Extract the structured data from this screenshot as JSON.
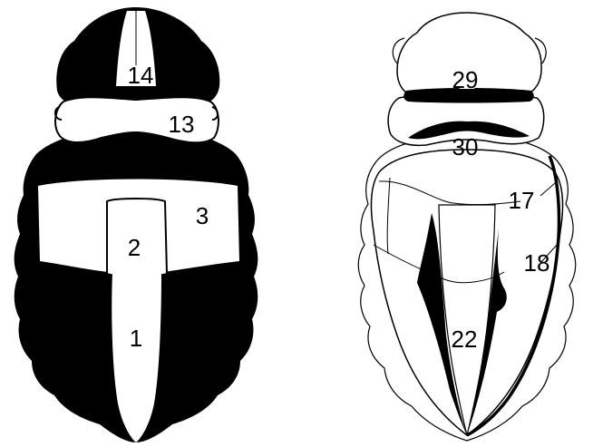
{
  "colors": {
    "ink": "#000000",
    "paper": "#ffffff"
  },
  "left_figure": {
    "labels": {
      "region_1": "1",
      "region_2": "2",
      "region_3": "3",
      "region_13": "13",
      "region_14": "14"
    }
  },
  "right_figure": {
    "labels": {
      "region_17": "17",
      "region_18": "18",
      "region_22": "22",
      "region_29": "29",
      "region_30": "30"
    }
  }
}
